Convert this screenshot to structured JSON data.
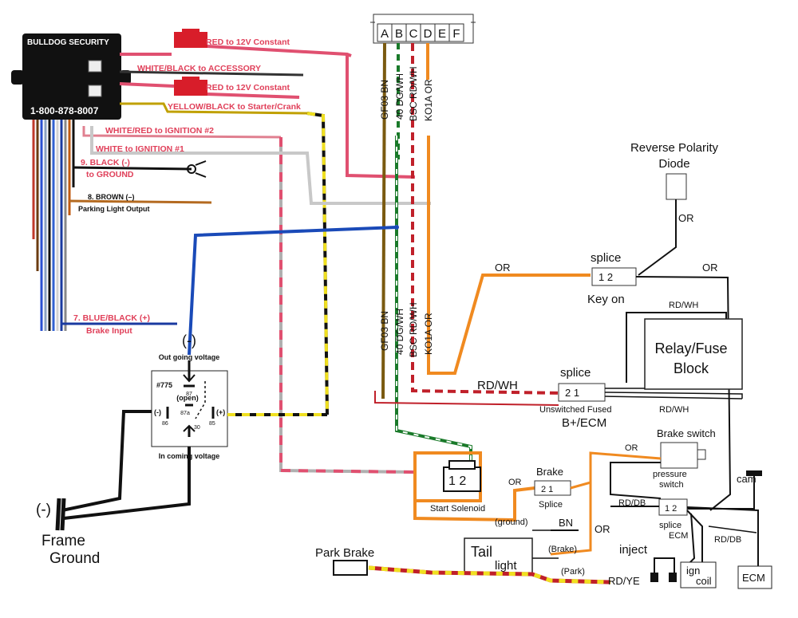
{
  "alarm": {
    "brand": "BULLDOG SECURITY",
    "phone": "1-800-878-8007",
    "wires": {
      "red1": "RED to 12V Constant",
      "white_black": "WHITE/BLACK to ACCESSORY",
      "red2": "RED to 12V Constant",
      "yellow_black": "YELLOW/BLACK to Starter/Crank",
      "white_red": "WHITE/RED to IGNITION #2",
      "white": "WHITE to IGNITION #1",
      "black_a": "9. BLACK (-)",
      "black_b": "to GROUND",
      "brown_a": "8.   BROWN (–)",
      "brown_b": "Parking Light Output",
      "blue_a": "7.  BLUE/BLACK (+)",
      "blue_b": "Brake Input"
    }
  },
  "connector": {
    "pins": [
      "A",
      "B",
      "C",
      "D",
      "E",
      "F"
    ],
    "wires_top": [
      "GF03  BN",
      "40  DG/WH",
      "BSC  RD/WH",
      "KO1A  OR"
    ],
    "wires_bottom": [
      "GF03  BN",
      "40  DG/WH",
      "BSC  RD/WH",
      "KO1A  OR"
    ]
  },
  "relay": {
    "minus_top": "(-)",
    "out_voltage": "Out going voltage",
    "part": "#775",
    "pin87": "87",
    "open": "(open)",
    "pin87a": "87a",
    "minus": "(-)",
    "pin86": "86",
    "plus": "(+)",
    "pin85": "85",
    "pin30": "30",
    "in_voltage": "In coming voltage"
  },
  "ground": {
    "minus": "(-)",
    "line1": "Frame",
    "line2": "Ground"
  },
  "right": {
    "diode_1": "Reverse Polarity",
    "diode_2": "Diode",
    "or_diode": "OR",
    "splice_top": "splice",
    "splice_pins": "1  2",
    "key_on": "Key on",
    "or_left": "OR",
    "or_right": "OR",
    "rdwh_top": "RD/WH",
    "relay_fuse_1": "Relay/Fuse",
    "relay_fuse_2": "Block",
    "splice2": "splice",
    "rdwh_mid": "RD/WH",
    "splice2_pins": "2   1",
    "unswitched": "Unswitched Fused",
    "bplus": "B+/ECM",
    "rdwh_bottom": "RD/WH",
    "or_brake": "OR",
    "brake_switch": "Brake switch",
    "pressure_1": "pressure",
    "pressure_2": "switch",
    "cam": "cam",
    "start_pins": "1  2",
    "start_solenoid": "Start Solenoid",
    "or_start": "OR",
    "brake": "Brake",
    "brake_pins": "2  1",
    "brake_splice": "Splice",
    "rddb": "RD/DB",
    "ecm_pins": "1  2",
    "splice_ecm_1": "splice",
    "splice_ecm_2": "ECM",
    "rddb_right": "RD/DB",
    "ground_lbl": "(ground)",
    "bn": "BN",
    "or_tail": "OR",
    "tail": "Tail",
    "light": "light",
    "brake_paren": "(Brake)",
    "park_paren": "(Park)",
    "rdye": "RD/YE",
    "park_brake": "Park Brake",
    "inject": "inject",
    "ign": "ign",
    "coil": "coil",
    "ecm": "ECM"
  }
}
